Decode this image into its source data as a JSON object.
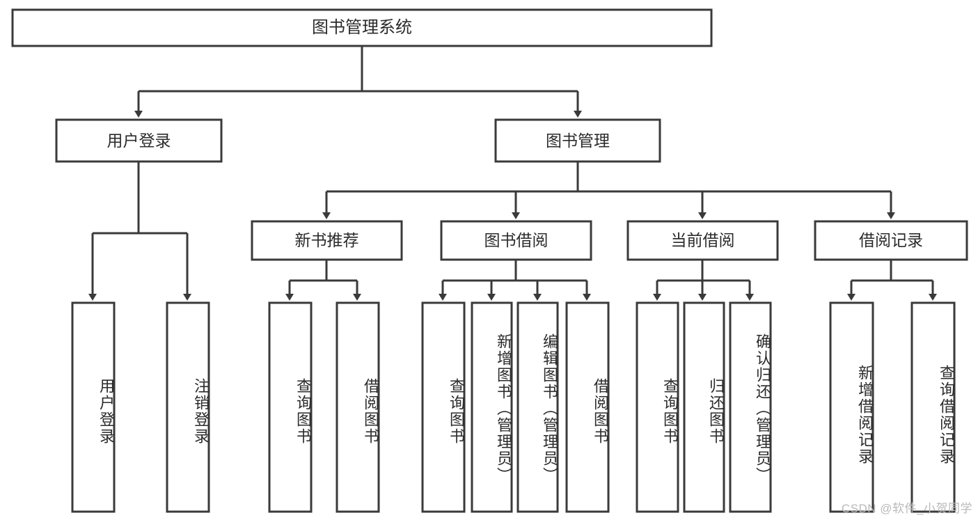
{
  "diagram": {
    "title": "图书管理系统",
    "type": "tree-hierarchy-diagram",
    "colors": {
      "background": "#ffffff",
      "box_fill": "#ffffff",
      "box_stroke": "#3a3a3a",
      "connector": "#3a3a3a",
      "text": "#2b2b2b",
      "watermark": "#b9b9b9"
    },
    "root": {
      "label": "图书管理系统"
    },
    "level2": [
      {
        "label": "用户登录"
      },
      {
        "label": "图书管理"
      }
    ],
    "level3": [
      {
        "label": "新书推荐"
      },
      {
        "label": "图书借阅"
      },
      {
        "label": "当前借阅"
      },
      {
        "label": "借阅记录"
      }
    ],
    "leaves": {
      "user_login": [
        {
          "label": "用户登录"
        },
        {
          "label": "注销登录"
        }
      ],
      "new_book_recommend": [
        {
          "label": "查询图书"
        },
        {
          "label": "借阅图书"
        }
      ],
      "book_borrow": [
        {
          "label": "查询图书"
        },
        {
          "label": "新增图书（管理员）"
        },
        {
          "label": "编辑图书（管理员）"
        },
        {
          "label": "借阅图书"
        }
      ],
      "current_borrow": [
        {
          "label": "查询图书"
        },
        {
          "label": "归还图书"
        },
        {
          "label": "确认归还（管理员）"
        }
      ],
      "borrow_record": [
        {
          "label": "新增借阅记录"
        },
        {
          "label": "查询借阅记录"
        }
      ]
    }
  },
  "watermark": {
    "text": "CSDN @软件_小贺同学"
  }
}
